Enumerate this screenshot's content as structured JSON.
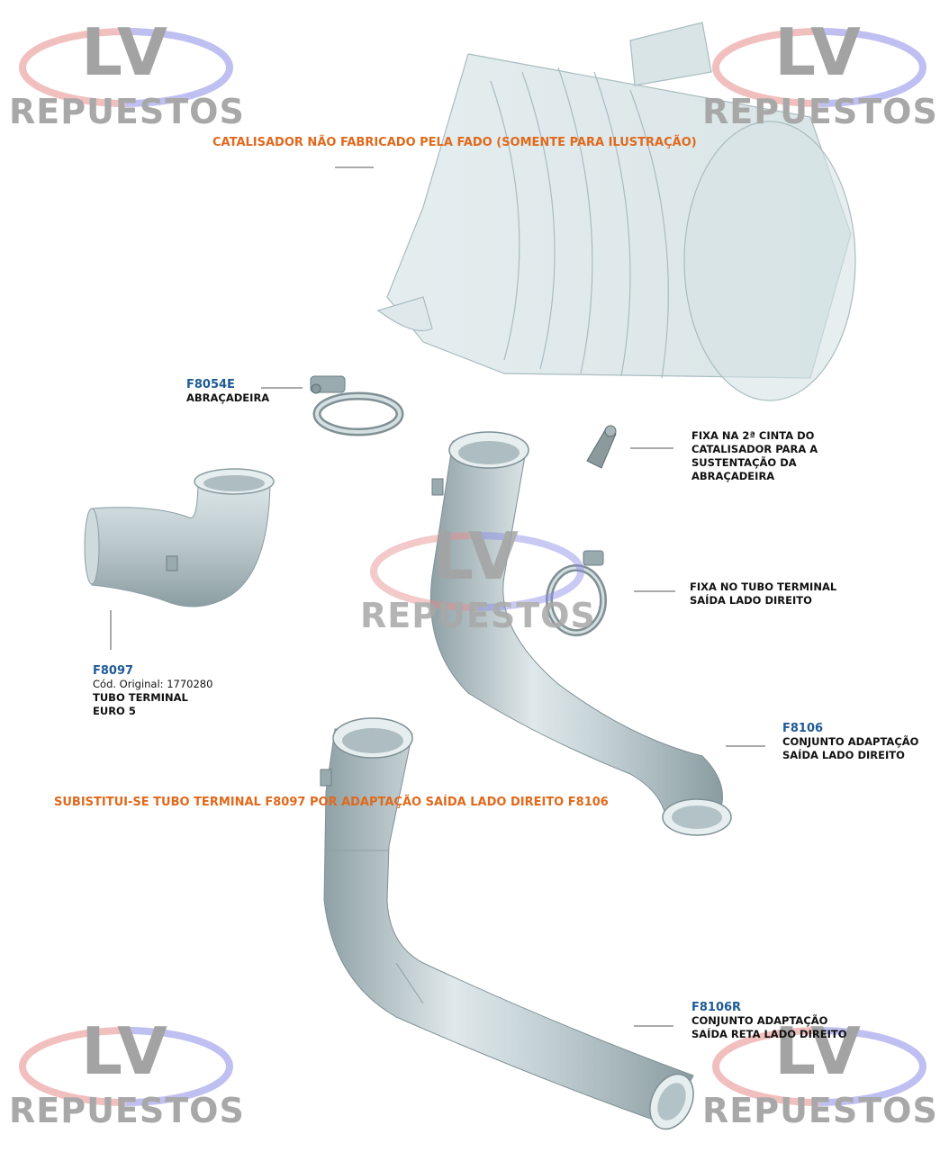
{
  "watermark": {
    "brand": "LV",
    "subtitle": "REPUESTOS"
  },
  "notes": {
    "catalyst": [
      "CATALISADOR NÃO",
      "FABRICADO PELA",
      "FADO (SOMENTE",
      "PARA ILUSTRAÇÃO)"
    ],
    "substitution": [
      "SUBISTITUI-SE TUBO TERMINAL",
      "F8097 POR ADAPTAÇÃO SAÍDA",
      "LADO DIREITO F8106"
    ]
  },
  "parts": {
    "clamp": {
      "code": "F8054E",
      "lines": [
        "ABRAÇADEIRA"
      ]
    },
    "tube_euro5": {
      "code": "F8097",
      "original": "Cód. Original: 1770280",
      "lines": [
        "TUBO TERMINAL",
        "EURO 5"
      ]
    },
    "bracket": {
      "lines": [
        "FIXA NA 2ª CINTA DO",
        "CATALISADOR PARA A",
        "SUSTENTAÇÃO DA",
        "ABRAÇADEIRA"
      ]
    },
    "clamp_fix": {
      "lines": [
        "FIXA NO TUBO TERMINAL",
        "SAÍDA LADO DIREITO"
      ]
    },
    "adapter": {
      "code": "F8106",
      "lines": [
        "CONJUNTO ADAPTAÇÃO",
        "SAÍDA LADO DIREITO"
      ]
    },
    "adapter_straight": {
      "code": "F8106R",
      "lines": [
        "CONJUNTO ADAPTAÇÃO",
        "SAÍDA RETA LADO DIREITO"
      ]
    }
  },
  "colors": {
    "part_code": "#1e5a96",
    "note": "#e0691c",
    "pipe": "#b9c8cc",
    "watermark_red": "#e35a5a",
    "watermark_blue": "#6a6ae6"
  }
}
